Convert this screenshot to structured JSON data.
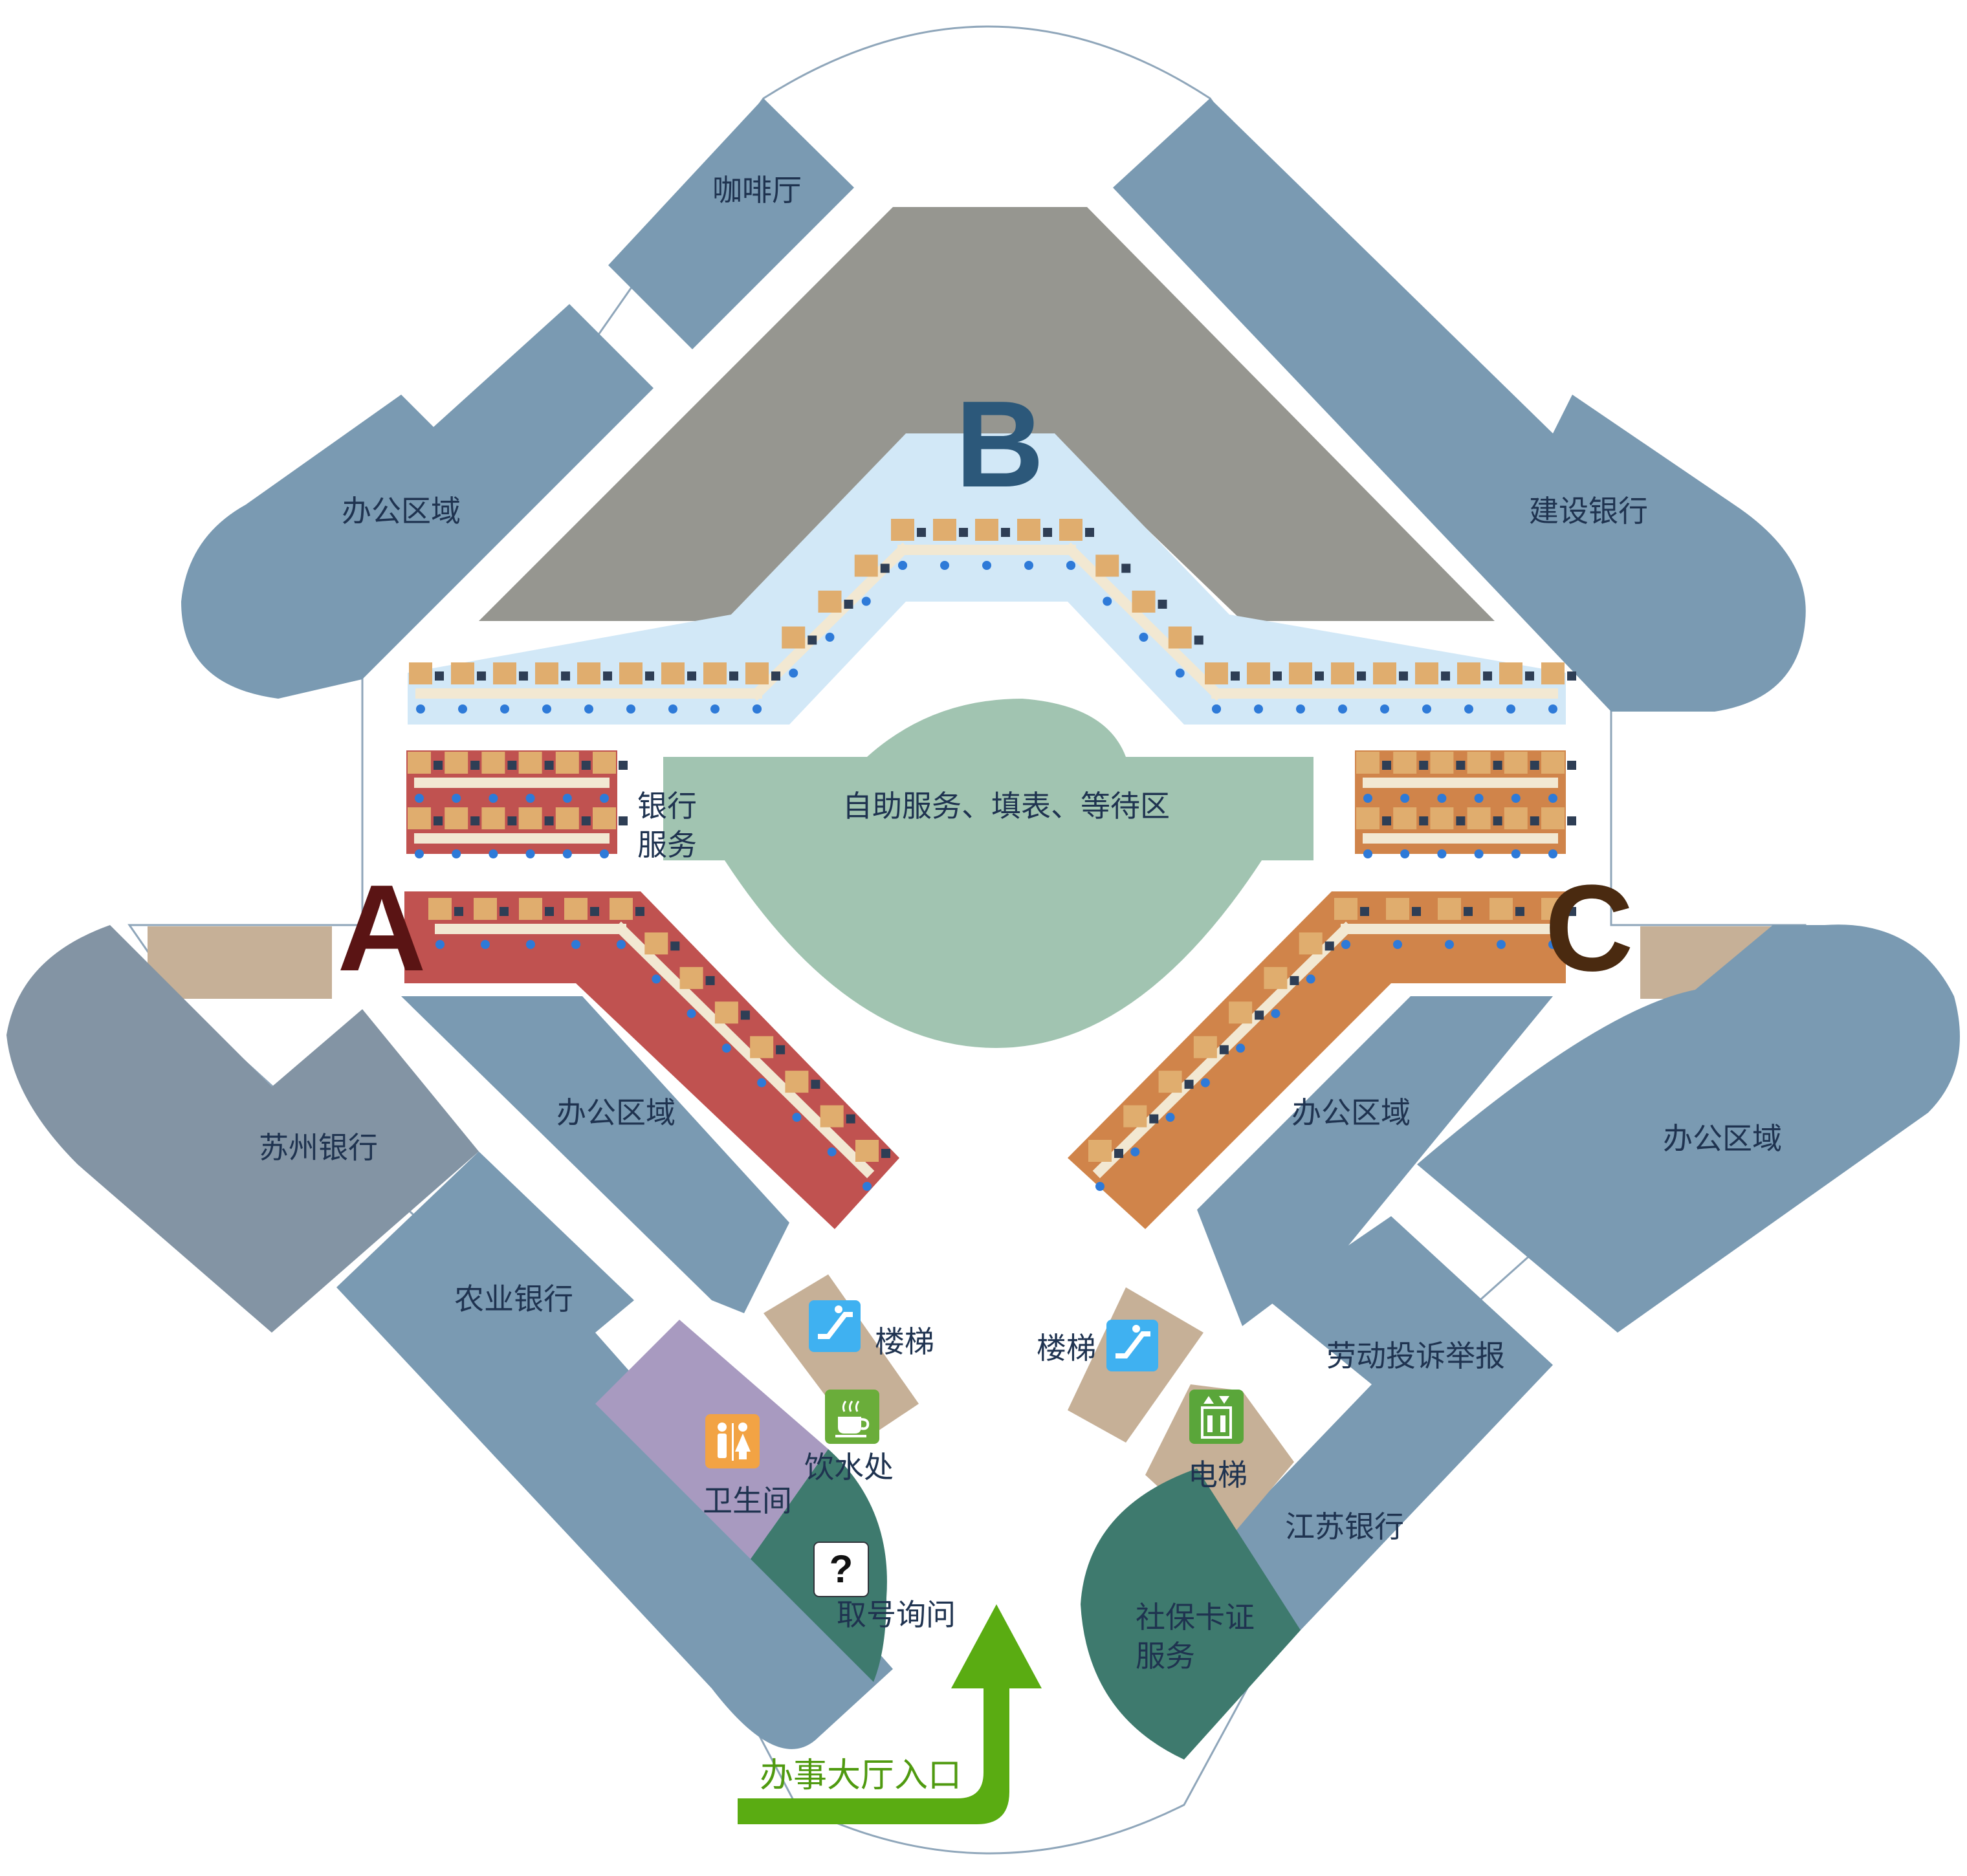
{
  "zones": {
    "a": {
      "letter": "A",
      "color": "#5a1414"
    },
    "b": {
      "letter": "B",
      "color": "#2c587a"
    },
    "c": {
      "letter": "C",
      "color": "#4a2a10"
    }
  },
  "labels": {
    "cafe": "咖啡厅",
    "office_nw": "办公区域",
    "ccb": "建设银行",
    "bank_service_1": "银行",
    "bank_service_2": "服务",
    "self_service": "自助服务、填表、等待区",
    "suzhou_bank": "苏州银行",
    "office_a": "办公区域",
    "office_c": "办公区域",
    "office_e": "办公区域",
    "abc_bank": "农业银行",
    "stairs_left": "楼梯",
    "stairs_right": "楼梯",
    "labor_complaint": "劳动投诉举报",
    "restroom": "卫生间",
    "water": "饮水处",
    "elevator": "电梯",
    "jiangsu_bank": "江苏银行",
    "ticket_inquiry": "取号询问",
    "social_card_1": "社保卡证",
    "social_card_2": "服务",
    "entrance": "办事大厅入口",
    "inquiry_mark": "?"
  },
  "colors": {
    "slate": "#7a9ab2",
    "slate_dark": "#8394a4",
    "grey": "#969690",
    "light_blue": "#d2e8f7",
    "green_area": "#a1c4b1",
    "red_zone": "#c05250",
    "orange_zone": "#d0844a",
    "tan": "#c6b097",
    "purple": "#a89ac0",
    "teal": "#3e7a6e",
    "arrow": "#5aac12",
    "entrance_text": "#4f9a10"
  },
  "icons": {
    "escalator": "escalator-icon",
    "restroom": "restroom-icon",
    "water": "coffee-cup-icon",
    "elevator": "elevator-icon",
    "inquiry": "question-mark-icon"
  }
}
